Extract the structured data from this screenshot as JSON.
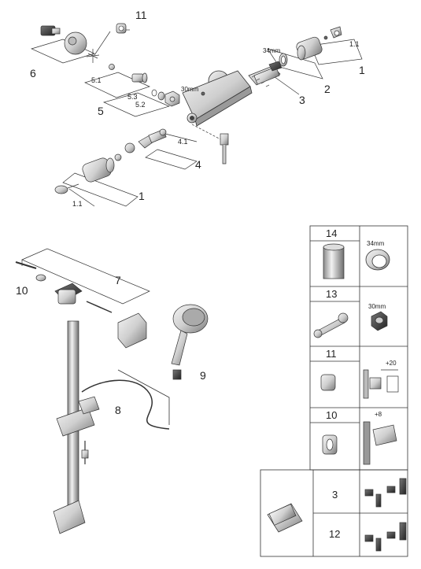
{
  "top_assembly": {
    "callouts": {
      "p11": "11",
      "p6": "6",
      "p5_1": "5.1",
      "p5_3": "5.3",
      "p5_2": "5.2",
      "p5": "5",
      "p30mm": "30mm",
      "p34mm": "34mm",
      "p1_1_right": "1.1",
      "p1_right": "1",
      "p2": "2",
      "p3": "3",
      "p4_1": "4.1",
      "p4": "4",
      "p1_left": "1",
      "p1_1_left": "1.1"
    }
  },
  "bottom_assembly": {
    "callouts": {
      "p7": "7",
      "p10": "10",
      "p9": "9",
      "p8": "8"
    }
  },
  "tools_table": {
    "rows": [
      {
        "num": "14",
        "label": "34mm"
      },
      {
        "num": "13",
        "label": "30mm"
      },
      {
        "num": "11",
        "label": "+20"
      },
      {
        "num": "10",
        "label": "+8"
      }
    ],
    "bottom_rows": [
      {
        "num": "3"
      },
      {
        "num": "12"
      }
    ]
  }
}
